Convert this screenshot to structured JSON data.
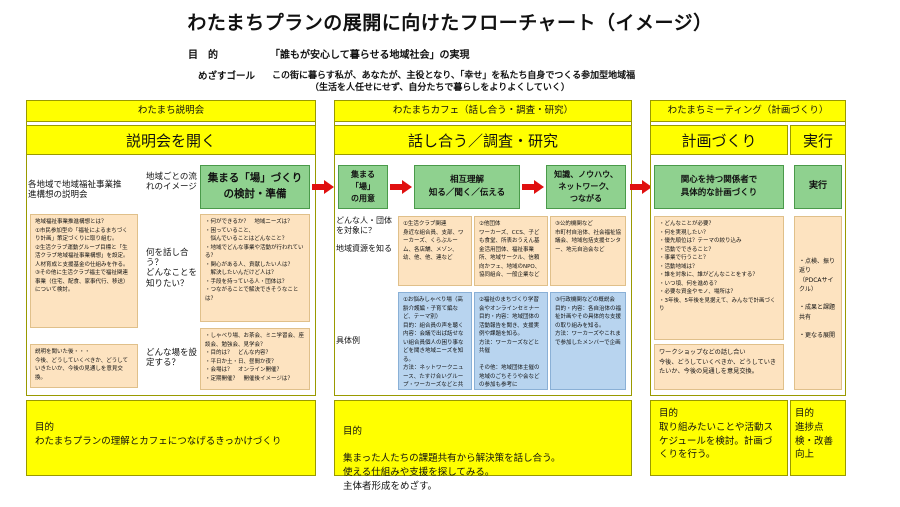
{
  "title": "わたまちプランの展開に向けたフローチャート（イメージ）",
  "purpose": {
    "label": "目　的",
    "value": "「誰もが安心して暮らせる地域社会」の実現"
  },
  "goal": {
    "label": "めざすゴール",
    "line1": "この街に暮らす私が、あなたが、主役となり、「幸せ」を私たち自身でつくる参加型地域福",
    "line2": "（生活を人任せにせず、自分たちで暮らしをよりよくしていく）"
  },
  "col1": {
    "header": "わたまち説明会",
    "subheader": "説明会を開く",
    "intro": "各地域で地域福祉事業推進構想の説明会",
    "side_labels": [
      "地域ごとの流れのイメージ",
      "何を話し合う？\nどんなことを知りたい？",
      "どんな場を設定する？"
    ],
    "green": "集まる「場」づくり\nの検討・準備",
    "peach_left": "地域福祉事業推進構想とは？\n①市民参加型の「福祉によるまちづくり計画」策定づくりに取り組む。\n②生活クラブ運動グループ目標と「生活クラブ地域福祉事業構想」を設定。\n人材育成と支援基金の仕組みを作る。\n③その他に生活クラブ福主で福祉関連事業（住宅、配食、家事代行、移送）について検討。",
    "peach_mid": "・何ができるか？　地域ニーズは？\n・困っていること、\n　悩んでいることはどんなこと？\n・地域でどんな事業や活動が行われている？\n・関心がある人、貢献したい人は？\n　解決したいんだけど人は？\n・手段を持っている人・団体は？\n・つながることで解決できそうなことは？",
    "peach_low_left": "説明を聞いた後・・・\n今後、どうしていくべきか、どうしていきたいか、今後の見通しを意見交換。",
    "peach_low_mid": "・しゃべり場、お茶会、ミニ学習会、座談会、勉強会、見学会？\n・目的は？　どんな内容？\n・平日か土・日、昼間か夜？\n・会場は？　オンライン開催？\n・定期開催？　開催後イメージは？",
    "purpose_label": "目的",
    "purpose_text": "わたまちプランの理解とカフェにつなげるきっかけづくり"
  },
  "col2": {
    "header": "わたまちカフェ（話し合う・調査・研究）",
    "subheader": "話し合う／調査・研究",
    "green1": "集まる\n「場」\nの用意",
    "green2": "相互理解\n知る／聞く／伝える",
    "green3": "知識、ノウハウ、\nネットワーク、\nつながる",
    "side_labels": [
      "どんな人・団体を対象に？",
      "地域資源を知る",
      "具体例"
    ],
    "peach1": "①生活クラブ関連\n身近な組合員、支部、ワーカーズ、くらぶルーム、各店舗、メゾン、幼、他、他、連など",
    "peach2": "②他団体\nワーカーズ、CCS、子ども食堂、所表おうえん基金活用団体、福祉事業所、地域サークル、信頼向かフェ、地域のNPO、協同組合、一般企業など",
    "peach3": "③公的機関など\n市町村自治体、社会福祉協議会、地域包括支援センター、地元自治会など",
    "blue1": "①お悩みしゃべり場（高齢介護編・子育て編など、テーマ別）\n目的：組合員の声を聴く\n内容：会議で出ば話せない組合員個人の困り事などを聞き地域ニーズを知る。\n方法：ネットワークニュース、たすけ合いグループ・ワーカーズなどと共催",
    "blue2": "②福祉のまちづくり学習会やオンラインセミナー\n目的・内容：地域団体の活動報告を聞き、支援実例や課題を知る。\n方法：ワーカーズなどと共催\n\nその他：地域団体主催の地域のごちそうや会などの参加も参考に",
    "blue3": "③行政機関などの概説会\n目的・内容：各自治体の福祉計画やその具体的な支援の取り組みを知る。\n方法：ワーカーズやこれまで参加したメンバーで企画",
    "purpose_label": "目的",
    "purpose_text": "集まった人たちの課題共有から解決策を話し合う。\n使える仕組みや支援を探してみる。\n主体者形成をめざす。"
  },
  "col3": {
    "header": "わたまちミーティング（計画づくり）",
    "subheader_a": "計画づくり",
    "subheader_b": "実行",
    "green_a": "関心を持つ関係者で\n具体的な計画づくり",
    "green_b": "実行",
    "peach_a": "・どんなことが必要？\n・何を実現したい？\n・優先順位は？テーマの絞り込み\n・活動でできること？\n・事業で行うこと？\n・活動地域は？\n・誰を対象に、誰がどんなことをする？\n・いつ頃、何を進める？\n・必要な資金やモノ、場所は？\n・3年後、5年後を見据えて、みんなで計画づくり",
    "peach_a_low": "ワークショップなどの話し合い\n今後、どうしていくべきか、どうしていきたいか、今後の見通しを意見交換。",
    "peach_b": "・点検、振り返り\n（PDCAサイクル）\n\n・成果と課題共有\n\n・更なる展開",
    "purpose_label_a": "目的",
    "purpose_text_a": "取り組みたいことや活動スケジュールを検討。計画づくりを行う。",
    "purpose_label_b": "目的",
    "purpose_text_b": "進捗点検・改善向上"
  },
  "colors": {
    "yellow": "#ffff00",
    "green": "#8fd18f",
    "peach": "#fde3c0",
    "blue": "#b8d4ef",
    "arrow": "#e01010"
  }
}
